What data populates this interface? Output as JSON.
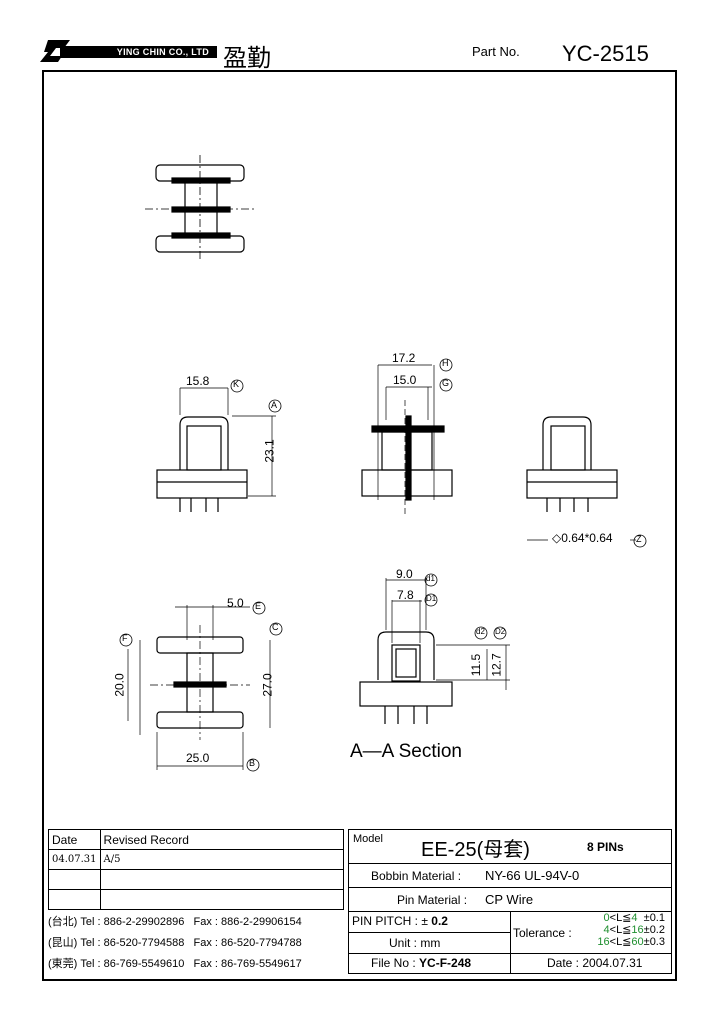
{
  "header": {
    "company_en": "YING CHIN CO., LTD",
    "company_zh": "盈勤",
    "part_no_label": "Part No.",
    "part_no": "YC-2515"
  },
  "dimensions": {
    "top_view": {
      "width": "15.8",
      "width_ref": "K",
      "height": "23.1",
      "height_ref": "A"
    },
    "side_view": {
      "outer": "17.2",
      "outer_ref": "H",
      "inner": "15.0",
      "inner_ref": "G"
    },
    "pin": {
      "size": "◇0.64*0.64",
      "ref": "Z"
    },
    "bottom_view": {
      "pitch": "5.0",
      "pitch_ref": "E",
      "f_ref": "F",
      "c_ref": "C",
      "height": "20.0",
      "total": "27.0",
      "width": "25.0",
      "width_ref": "B"
    },
    "section": {
      "d1": "9.0",
      "d1_ref": "d1",
      "D1": "7.8",
      "D1_ref": "D1",
      "d2_ref": "d2",
      "D2_ref": "D2",
      "inner_h": "11.5",
      "outer_h": "12.7",
      "title": "A—A  Section"
    }
  },
  "revision": {
    "headers": [
      "Date",
      "Revised  Record"
    ],
    "rows": [
      [
        "04.07.31",
        "A/5"
      ],
      [
        "",
        ""
      ],
      [
        "",
        ""
      ]
    ]
  },
  "contacts": [
    {
      "city": "(台北)",
      "tel": "Tel : 886-2-29902896",
      "fax": "Fax : 886-2-29906154"
    },
    {
      "city": "(昆山)",
      "tel": "Tel : 86-520-7794588",
      "fax": "Fax : 86-520-7794788"
    },
    {
      "city": "(東莞)",
      "tel": "Tel : 86-769-5549610",
      "fax": "Fax : 86-769-5549617"
    }
  ],
  "spec": {
    "model_label": "Model",
    "model": "EE-25(母套)",
    "pins": "8 PINs",
    "bobbin_label": "Bobbin  Material :",
    "bobbin": "NY-66 UL-94V-0",
    "pin_label": "Pin  Material :",
    "pin_material": "CP Wire",
    "pitch_label": "PIN  PITCH : ±",
    "pitch": "0.2",
    "unit_label": "Unit :",
    "unit": "mm",
    "tolerance_label": "Tolerance :",
    "tol": [
      {
        "lo": "0",
        "mid": "<L≦",
        "hi": "4",
        "pm": "±0.1"
      },
      {
        "lo": "4",
        "mid": "<L≦",
        "hi": "16",
        "pm": "±0.2"
      },
      {
        "lo": "16",
        "mid": "<L≦",
        "hi": "60",
        "pm": "±0.3"
      }
    ],
    "file_label": "File  No :",
    "file_no": "YC-F-248",
    "date_label": "Date :",
    "date": "2004.07.31"
  },
  "colors": {
    "tolerance_highlight": "#1f8f2f"
  }
}
